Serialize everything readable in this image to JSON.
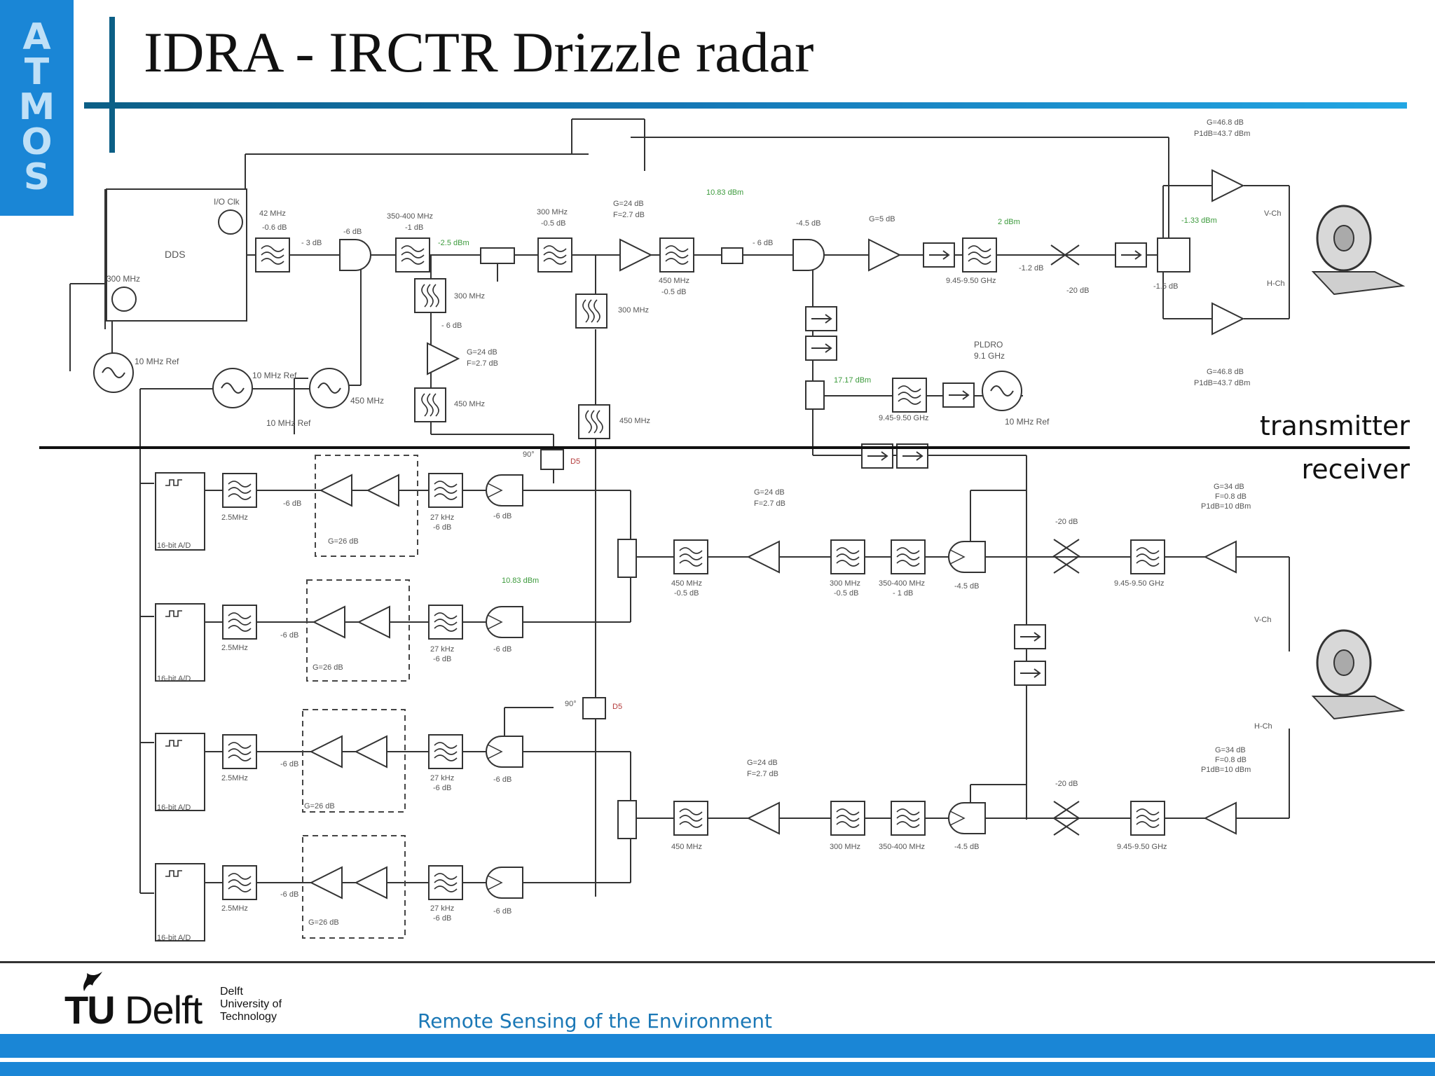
{
  "brand_letters": [
    "A",
    "T",
    "M",
    "O",
    "S"
  ],
  "title": "IDRA - IRCTR Drizzle radar",
  "section_labels": {
    "transmitter": "transmitter",
    "receiver": "receiver"
  },
  "logo": {
    "tu": "TU",
    "delft": "Delft",
    "line1": "Delft",
    "line2": "University of",
    "line3": "Technology"
  },
  "footer_tagline": "Remote Sensing of the Environment",
  "colors": {
    "brand": "#1a86d6",
    "title_bar": "#0c5f86",
    "block_label": "#b33a3a",
    "power_label": "#3c9a3c",
    "tagline": "#1b78b6"
  },
  "tx_labels": {
    "dds": "DDS",
    "io_clk": "I/O Clk",
    "clk_300": "300 MHz",
    "ref_10a": "10 MHz Ref",
    "ref_10b": "10 MHz Ref",
    "ref_10c": "10 MHz Ref",
    "f_450": "450 MHz",
    "f1_spec": "42 MHz",
    "f1_loss": "-0.6 dB",
    "loss_3": "- 3 dB",
    "m1_loss": "-6 dB",
    "f2_spec": "350-400 MHz",
    "f2_loss": "-1 dB",
    "p_25": "-2.5 dBm",
    "f3_spec": "300 MHz",
    "f3_loss": "-0.5 dB",
    "a_spec1": "G=24 dB",
    "a_spec2": "F=2.7 dB",
    "f4_spec": "450 MHz",
    "f4_loss": "-0.5 dB",
    "p_1083": "10.83 dBm",
    "loss_6": "- 6 dB",
    "m2_loss": "-4.5 dB",
    "a2_gain": "G=5 dB",
    "p_2": "2 dBm",
    "f5_spec": "9.45-9.50 GHz",
    "s1_loss": "-1.2 dB",
    "d4_loss": "-20 dB",
    "s2_loss": "-1.5 dB",
    "p_133": "-1.33 dBm",
    "a3_top1": "G=46.8 dB",
    "a3_top2": "P1dB=43.7 dBm",
    "a3_bot1": "G=46.8 dB",
    "a3_bot2": "P1dB=43.7 dBm",
    "v_ch": "V-Ch",
    "h_ch": "H-Ch",
    "pldro1": "PLDRO",
    "pldro2": "9.1 GHz",
    "p_1717": "17.17 dBm",
    "f5b_spec": "9.45-9.50 GHz",
    "ref_10d": "10 MHz Ref",
    "f3b_spec": "300 MHz",
    "loss_6b": "- 6 dB",
    "f3c_spec": "300 MHz",
    "a1_spec1": "G=24 dB",
    "a1_spec2": "F=2.7 dB",
    "f4b_spec": "450 MHz",
    "f4c_spec": "450 MHz"
  },
  "rx_labels": {
    "ad": "16-bit A/D",
    "f6": "2.5MHz",
    "att": "-6 dB",
    "amp_gain": "G=26 dB",
    "f7a": "27 kHz",
    "f7b": "-6 dB",
    "m3_loss": "-6 dB",
    "ref90": "90°",
    "d5": "D5",
    "p_1083b": "10.83 dBm",
    "f4r1": "450 MHz",
    "f4r2": "-0.5 dB",
    "a1_1": "G=24 dB",
    "a1_2": "F=2.7 dB",
    "f3r1": "300 MHz",
    "f3r2": "-0.5 dB",
    "f2r1": "350-400 MHz",
    "f2r2": "- 1 dB",
    "m2r": "-4.5 dB",
    "d4r": "-20 dB",
    "f5r": "9.45-9.50 GHz",
    "a4_1": "G=34 dB",
    "a4_2": "F=0.8 dB",
    "a4_3": "P1dB=10 dBm",
    "v_ch": "V-Ch",
    "h_ch": "H-Ch",
    "f4r_b": "450 MHz",
    "f3r_b": "300 MHz",
    "f2r_b": "350-400 MHz"
  }
}
